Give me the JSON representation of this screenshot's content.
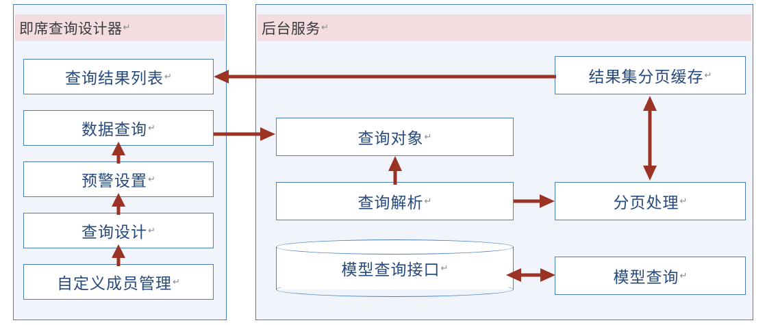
{
  "diagram": {
    "panels": [
      {
        "id": "adhoc-query-designer",
        "title": "即席查询设计器",
        "pilcrow": "↵",
        "nodes": [
          {
            "id": "query-result-list",
            "label": "查询结果列表",
            "pilcrow": "↵"
          },
          {
            "id": "data-query",
            "label": "数据查询",
            "pilcrow": "↵"
          },
          {
            "id": "alert-settings",
            "label": "预警设置",
            "pilcrow": "↵"
          },
          {
            "id": "query-design",
            "label": "查询设计",
            "pilcrow": "↵"
          },
          {
            "id": "custom-member-manage",
            "label": "自定义成员管理",
            "pilcrow": "↵"
          }
        ]
      },
      {
        "id": "backend-service",
        "title": "后台服务",
        "pilcrow": "↵",
        "nodes": [
          {
            "id": "query-object",
            "label": "查询对象",
            "pilcrow": "↵"
          },
          {
            "id": "query-parse",
            "label": "查询解析",
            "pilcrow": "↵"
          },
          {
            "id": "model-query-api",
            "label": "模型查询接口",
            "pilcrow": "↵",
            "shape": "cylinder"
          },
          {
            "id": "result-page-cache",
            "label": "结果集分页缓存",
            "pilcrow": "↵"
          },
          {
            "id": "paging-process",
            "label": "分页处理",
            "pilcrow": "↵"
          },
          {
            "id": "model-query",
            "label": "模型查询",
            "pilcrow": "↵"
          }
        ]
      }
    ],
    "connections": [
      {
        "id": "conn-cache-to-result-list",
        "from": "result-page-cache",
        "to": "query-result-list",
        "direction": "single"
      },
      {
        "id": "conn-data-query-to-object",
        "from": "data-query",
        "to": "query-object",
        "direction": "single"
      },
      {
        "id": "conn-alert-to-data-query",
        "from": "alert-settings",
        "to": "data-query",
        "direction": "single"
      },
      {
        "id": "conn-design-to-alert",
        "from": "query-design",
        "to": "alert-settings",
        "direction": "single"
      },
      {
        "id": "conn-member-to-design",
        "from": "custom-member-manage",
        "to": "query-design",
        "direction": "single"
      },
      {
        "id": "conn-parse-to-object",
        "from": "query-parse",
        "to": "query-object",
        "direction": "single"
      },
      {
        "id": "conn-parse-to-paging",
        "from": "query-parse",
        "to": "paging-process",
        "direction": "single"
      },
      {
        "id": "conn-paging-cache",
        "from": "paging-process",
        "to": "result-page-cache",
        "direction": "double"
      },
      {
        "id": "conn-api-model-query",
        "from": "model-query-api",
        "to": "model-query",
        "direction": "double"
      }
    ],
    "colors": {
      "panel_border": "#4a7ebb",
      "panel_background": "#f1f5fb",
      "header_band": "#f3dde0",
      "node_border": "#4a7ebb",
      "node_text": "#27497c",
      "arrow": "#9a3324",
      "header_text": "#3a3a3a"
    }
  }
}
